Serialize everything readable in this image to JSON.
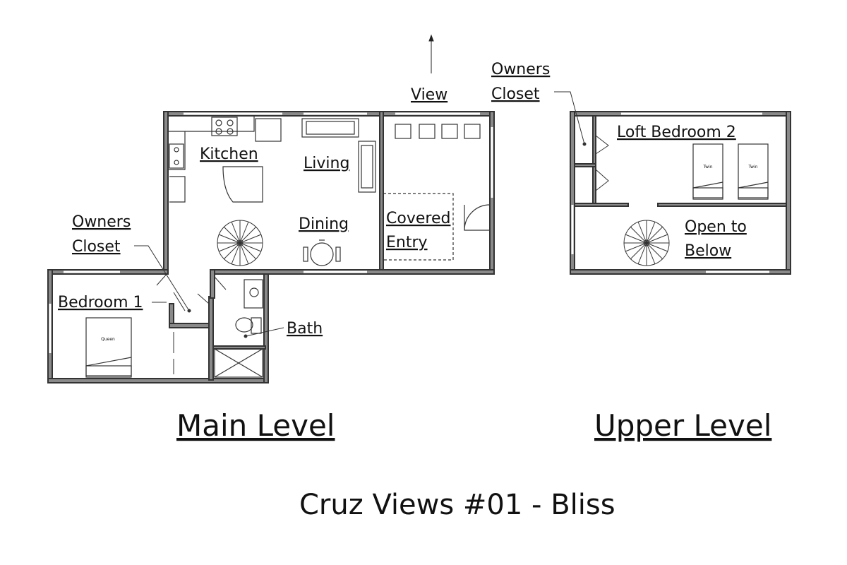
{
  "labels": {
    "view": "View",
    "owners_closet_top_1": "Owners",
    "owners_closet_top_2": "Closet",
    "loft_bedroom": "Loft Bedroom 2",
    "kitchen": "Kitchen",
    "living": "Living",
    "covered_entry_1": "Covered",
    "covered_entry_2": "Entry",
    "dining": "Dining",
    "owners_closet_left_1": "Owners",
    "owners_closet_left_2": "Closet",
    "open_to_below_1": "Open to",
    "open_to_below_2": "Below",
    "bedroom_1": "Bedroom 1",
    "bath": "Bath",
    "queen": "Queen",
    "twin_1": "Twin",
    "twin_2": "Twin"
  },
  "titles": {
    "main_level": "Main Level",
    "upper_level": "Upper Level",
    "plan_name": "Cruz Views #01 - Bliss"
  },
  "colors": {
    "ink": "#111111",
    "wall_fill": "#7a7a7a"
  }
}
